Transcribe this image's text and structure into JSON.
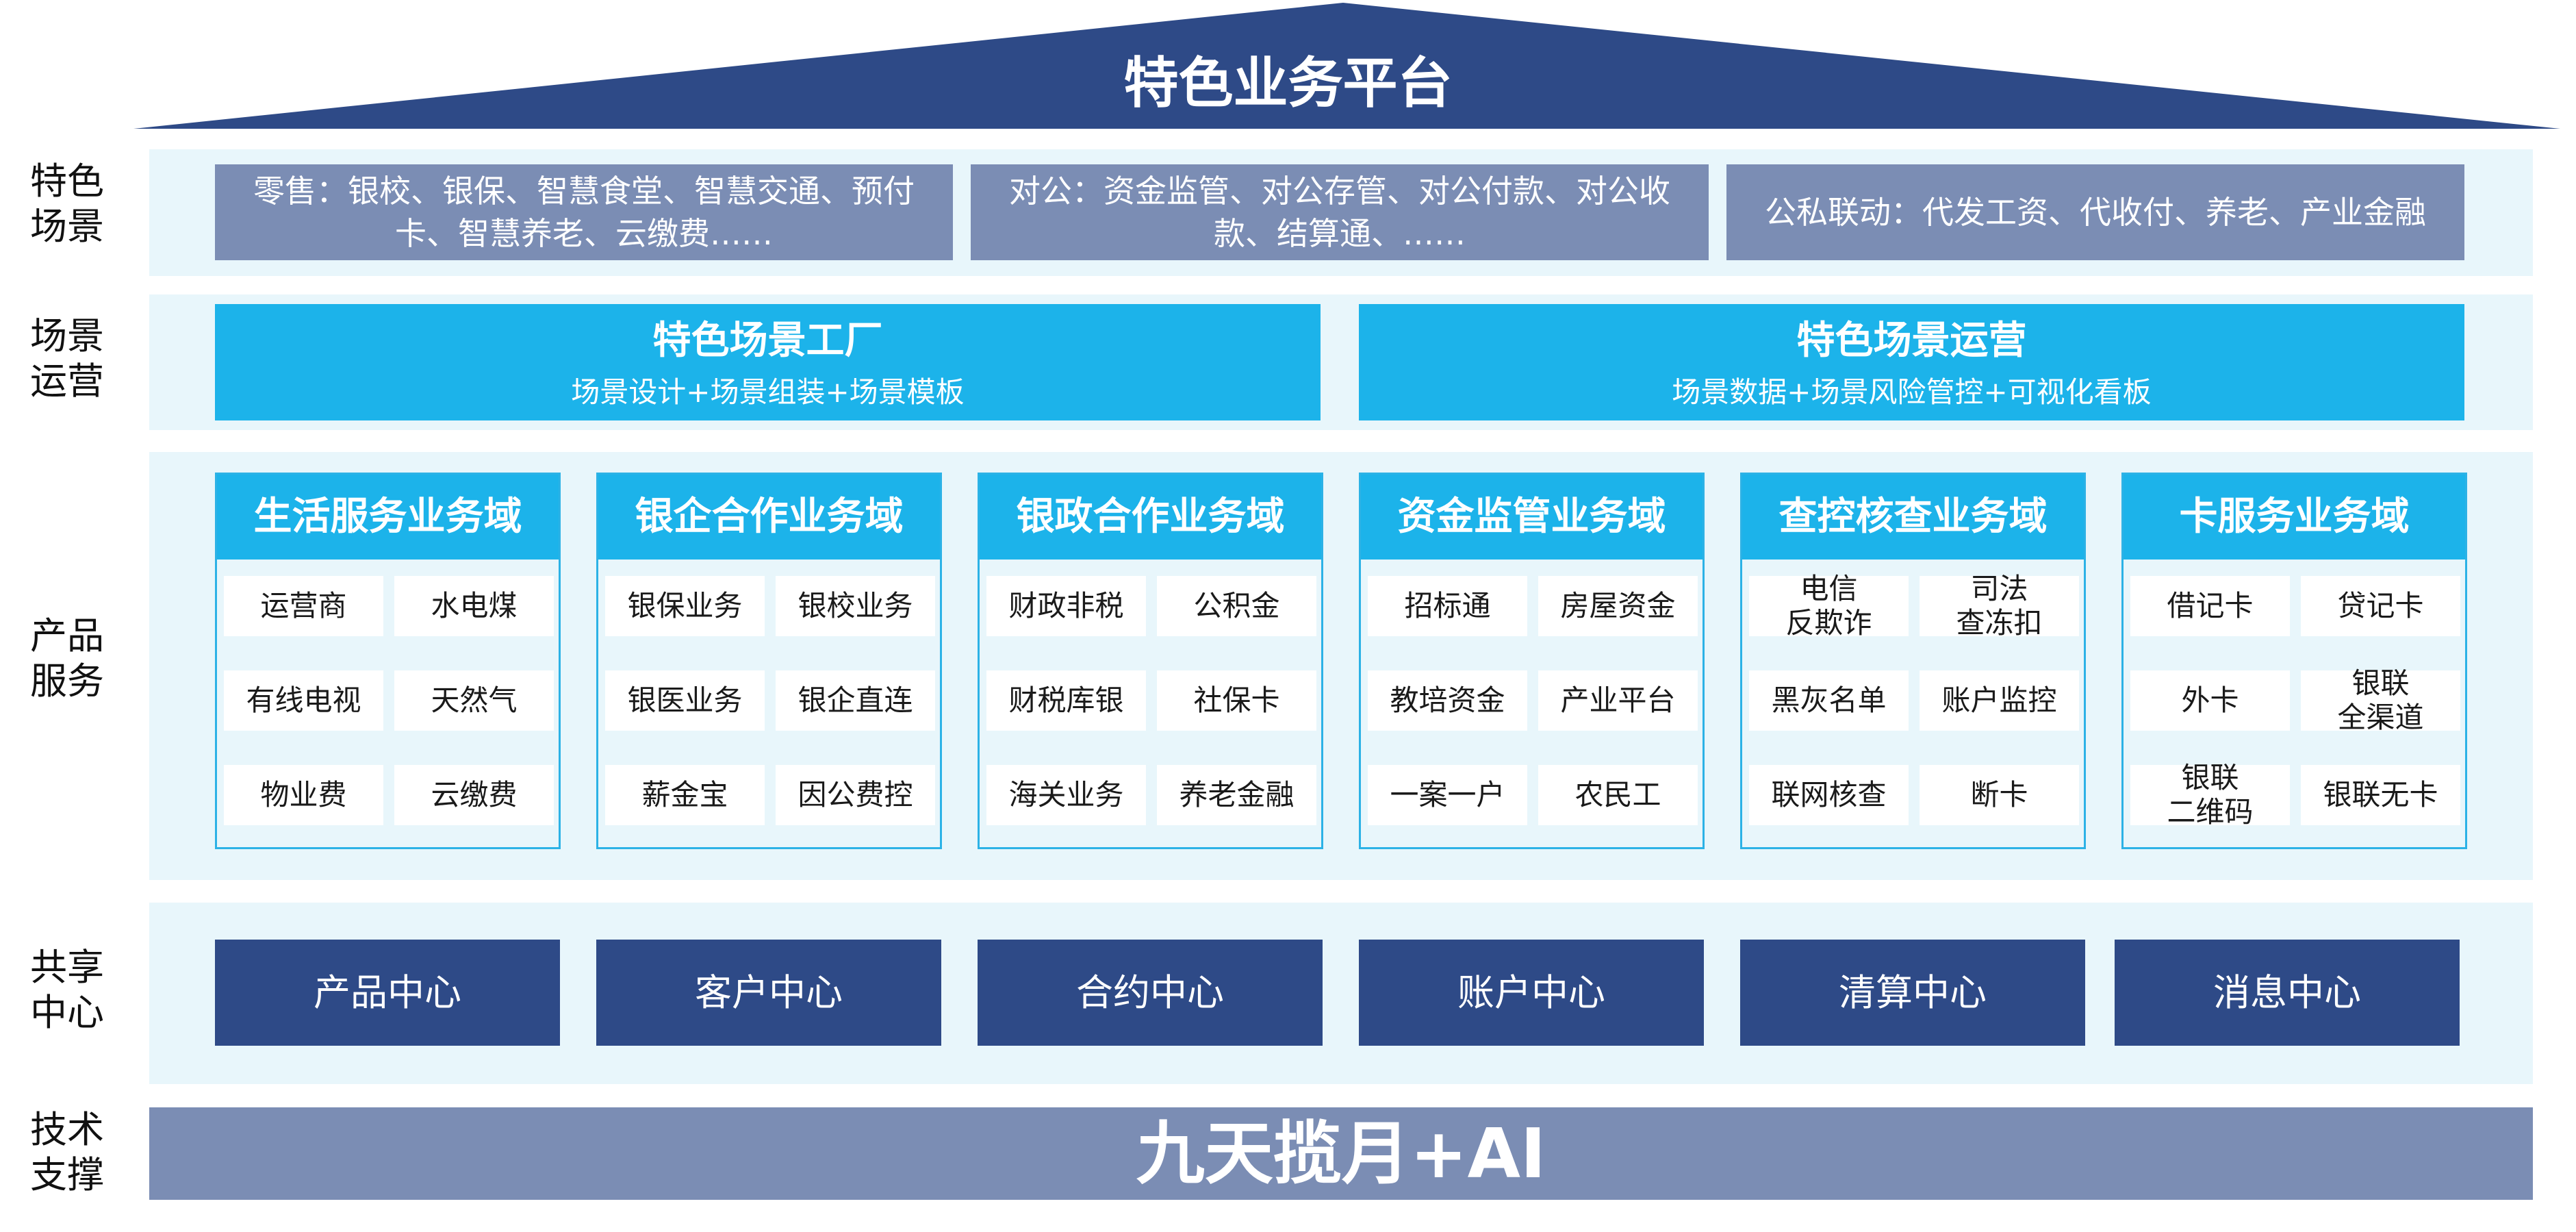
{
  "platform_title": "特色业务平台",
  "row_labels": {
    "scenes": [
      "特色",
      "场景"
    ],
    "operations": [
      "场景",
      "运营"
    ],
    "products": [
      "产品",
      "服务"
    ],
    "shared": [
      "共享",
      "中心"
    ],
    "tech": [
      "技术",
      "支撑"
    ]
  },
  "scenes": [
    "零售：银校、银保、智慧食堂、智慧交通、预付卡、智慧养老、云缴费……",
    "对公：资金监管、对公存管、对公付款、对公收款、结算通、……",
    "公私联动：代发工资、代收付、养老、产业金融"
  ],
  "operations": [
    {
      "title": "特色场景工厂",
      "sub": "场景设计+场景组装+场景模板"
    },
    {
      "title": "特色场景运营",
      "sub": "场景数据+场景风险管控+可视化看板"
    }
  ],
  "domains": [
    {
      "title": "生活服务业务域",
      "items": [
        "运营商",
        "水电煤",
        "有线电视",
        "天然气",
        "物业费",
        "云缴费"
      ]
    },
    {
      "title": "银企合作业务域",
      "items": [
        "银保业务",
        "银校业务",
        "银医业务",
        "银企直连",
        "薪金宝",
        "因公费控"
      ]
    },
    {
      "title": "银政合作业务域",
      "items": [
        "财政非税",
        "公积金",
        "财税库银",
        "社保卡",
        "海关业务",
        "养老金融"
      ]
    },
    {
      "title": "资金监管业务域",
      "items": [
        "招标通",
        "房屋资金",
        "教培资金",
        "产业平台",
        "一案一户",
        "农民工"
      ]
    },
    {
      "title": "查控核查业务域",
      "items": [
        "电信\n反欺诈",
        "司法\n查冻扣",
        "黑灰名单",
        "账户监控",
        "联网核查",
        "断卡"
      ]
    },
    {
      "title": "卡服务业务域",
      "items": [
        "借记卡",
        "贷记卡",
        "外卡",
        "银联\n全渠道",
        "银联\n二维码",
        "银联无卡"
      ]
    }
  ],
  "centers": [
    "产品中心",
    "客户中心",
    "合约中心",
    "账户中心",
    "清算中心",
    "消息中心"
  ],
  "tech": "九天揽月+AI",
  "colors": {
    "roof": "#2e4a87",
    "band": "#e8f6fb",
    "gray_box": "#7b8db4",
    "cyan": "#1cb3ea",
    "navy": "#2e4a87"
  }
}
